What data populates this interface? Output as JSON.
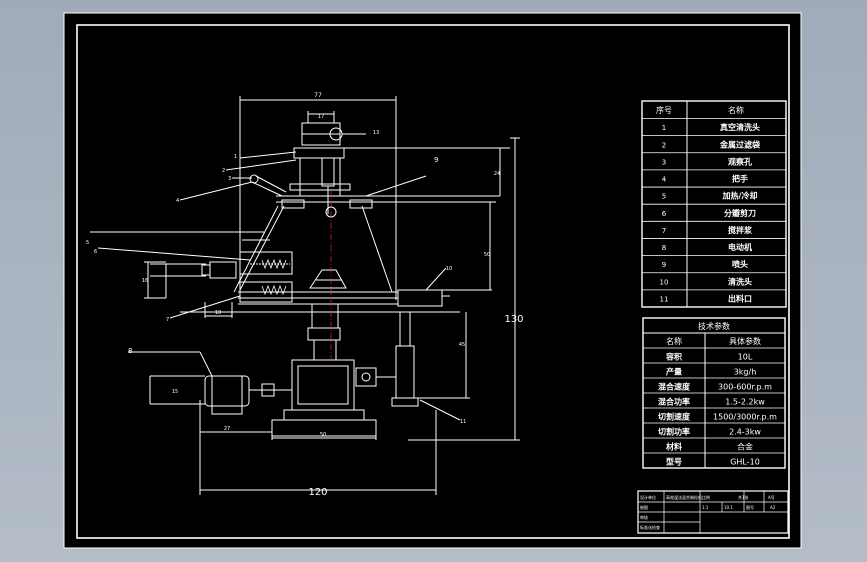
{
  "parts_table": {
    "header": {
      "no": "序号",
      "name": "名称"
    },
    "rows": [
      {
        "no": "1",
        "name": "真空清洗头"
      },
      {
        "no": "2",
        "name": "金属过滤袋"
      },
      {
        "no": "3",
        "name": "观察孔"
      },
      {
        "no": "4",
        "name": "把手"
      },
      {
        "no": "5",
        "name": "加热/冷却"
      },
      {
        "no": "6",
        "name": "分瓣剪刀"
      },
      {
        "no": "7",
        "name": "搅拌浆"
      },
      {
        "no": "8",
        "name": "电动机"
      },
      {
        "no": "9",
        "name": "喷头"
      },
      {
        "no": "10",
        "name": "清洗头"
      },
      {
        "no": "11",
        "name": "出料口"
      }
    ]
  },
  "spec_table": {
    "title": "技术参数",
    "header": {
      "name": "名称",
      "value": "具体参数"
    },
    "rows": [
      {
        "name": "容积",
        "value": "10L"
      },
      {
        "name": "产量",
        "value": "3kg/h"
      },
      {
        "name": "混合速度",
        "value": "300-600r.p.m"
      },
      {
        "name": "混合功率",
        "value": "1.5-2.2kw"
      },
      {
        "name": "切割速度",
        "value": "1500/3000r.p.m"
      },
      {
        "name": "切割功率",
        "value": "2.4-3kw"
      },
      {
        "name": "材料",
        "value": "合金"
      },
      {
        "name": "型号",
        "value": "GHL-10"
      }
    ]
  },
  "title_block": {
    "r1": [
      "设计单位",
      "高效湿法混合制粒机",
      "比例",
      "共1张",
      "A号"
    ],
    "r2": [
      "制图",
      "",
      "1:1",
      "10.1",
      "图号",
      "A2"
    ],
    "r3": [
      "审核",
      ""
    ],
    "r4": [
      "标准化检查",
      ""
    ]
  },
  "dimensions": {
    "top": "77",
    "top_inner": "17",
    "right_overall": "130",
    "bottom_overall": "120",
    "base_left": "27",
    "base_mid": "50",
    "motor_h": "15",
    "outlet_h": "16",
    "outlet_w": "10",
    "right_a": "24",
    "right_b": "50",
    "right_c": "45",
    "head_r": "13"
  },
  "callouts": [
    "1",
    "2",
    "3",
    "4",
    "5",
    "6",
    "7",
    "8",
    "9",
    "10",
    "11"
  ]
}
